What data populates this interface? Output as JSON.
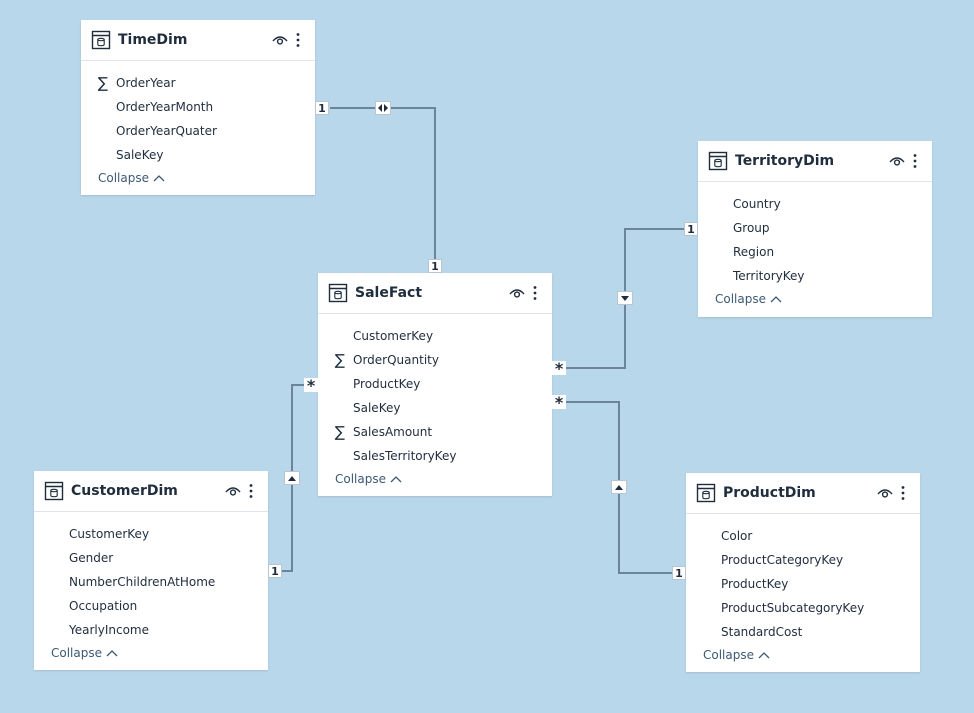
{
  "tables": {
    "time": {
      "title": "TimeDim",
      "fields": [
        {
          "name": "OrderYear",
          "sum": true
        },
        {
          "name": "OrderYearMonth",
          "sum": false
        },
        {
          "name": "OrderYearQuater",
          "sum": false
        },
        {
          "name": "SaleKey",
          "sum": false
        }
      ],
      "collapse_label": "Collapse"
    },
    "territory": {
      "title": "TerritoryDim",
      "fields": [
        {
          "name": "Country",
          "sum": false
        },
        {
          "name": "Group",
          "sum": false
        },
        {
          "name": "Region",
          "sum": false
        },
        {
          "name": "TerritoryKey",
          "sum": false
        }
      ],
      "collapse_label": "Collapse"
    },
    "sale": {
      "title": "SaleFact",
      "fields": [
        {
          "name": "CustomerKey",
          "sum": false
        },
        {
          "name": "OrderQuantity",
          "sum": true
        },
        {
          "name": "ProductKey",
          "sum": false
        },
        {
          "name": "SaleKey",
          "sum": false
        },
        {
          "name": "SalesAmount",
          "sum": true
        },
        {
          "name": "SalesTerritoryKey",
          "sum": false
        }
      ],
      "collapse_label": "Collapse"
    },
    "customer": {
      "title": "CustomerDim",
      "fields": [
        {
          "name": "CustomerKey",
          "sum": false
        },
        {
          "name": "Gender",
          "sum": false
        },
        {
          "name": "NumberChildrenAtHome",
          "sum": false
        },
        {
          "name": "Occupation",
          "sum": false
        },
        {
          "name": "YearlyIncome",
          "sum": false
        }
      ],
      "collapse_label": "Collapse"
    },
    "product": {
      "title": "ProductDim",
      "fields": [
        {
          "name": "Color",
          "sum": false
        },
        {
          "name": "ProductCategoryKey",
          "sum": false
        },
        {
          "name": "ProductKey",
          "sum": false
        },
        {
          "name": "ProductSubcategoryKey",
          "sum": false
        },
        {
          "name": "StandardCost",
          "sum": false
        }
      ],
      "collapse_label": "Collapse"
    }
  },
  "relationships": {
    "time_sale": {
      "one": "1",
      "many": "1",
      "direction": "both"
    },
    "territory_sale": {
      "one": "1",
      "many": "*",
      "direction": "down"
    },
    "customer_sale": {
      "one": "1",
      "many": "*",
      "direction": "up"
    },
    "product_sale": {
      "one": "1",
      "many": "*",
      "direction": "up"
    }
  },
  "colors": {
    "canvas": "#b9d7eb",
    "line": "#6b8498",
    "text": "#1f2d3d"
  },
  "icons": {
    "table": "table-icon",
    "visibility": "eye-icon",
    "more": "more-options-icon",
    "sum": "sigma-icon",
    "collapse": "chevron-up-icon"
  }
}
